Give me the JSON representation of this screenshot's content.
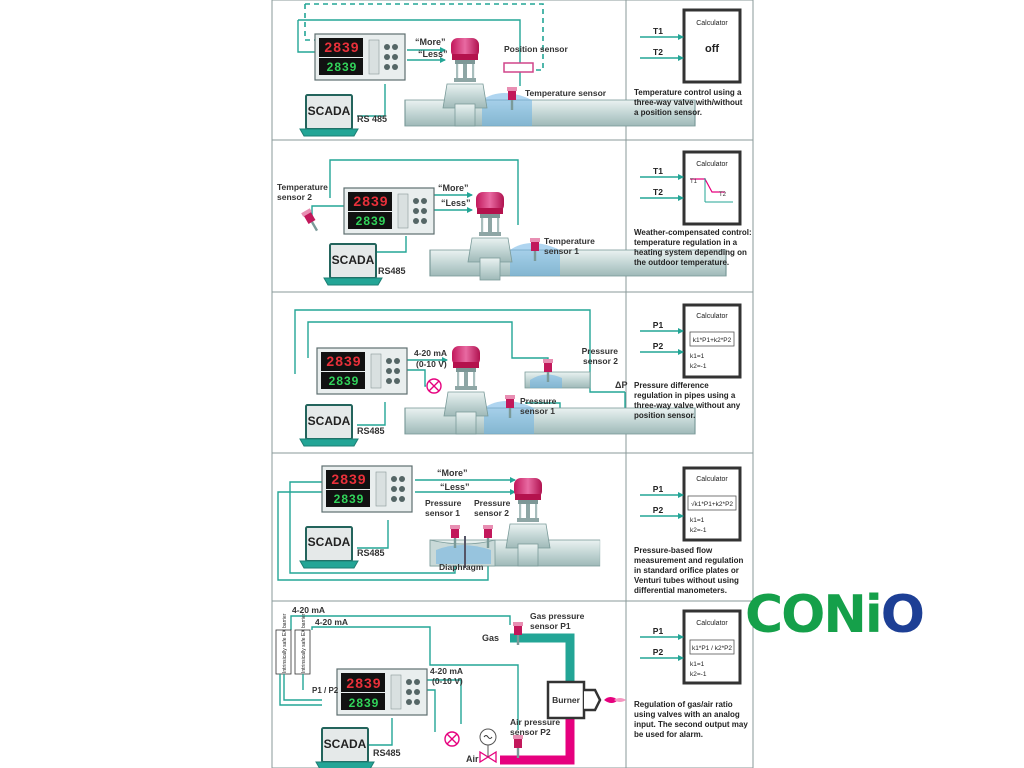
{
  "display": {
    "top": "2839",
    "bottom": "2839"
  },
  "scada": "SCADA",
  "panels": [
    {
      "labels": {
        "rs485": "RS 485",
        "more": "“More”",
        "less": "“Less”",
        "position": "Position sensor",
        "temp": "Temperature sensor"
      },
      "calc": {
        "title": "Calculator",
        "in1": "T1",
        "in2": "T2",
        "content": "off"
      },
      "description": "Temperature control using a three-way valve with/without a position sensor."
    },
    {
      "labels": {
        "rs485": "RS485",
        "more": "“More”",
        "less": "“Less”",
        "temp2": "Temperature sensor 2",
        "temp1": "Temperature sensor 1"
      },
      "calc": {
        "title": "Calculator",
        "in1": "T1",
        "in2": "T2",
        "g1": "T1",
        "g2": "T2"
      },
      "description": "Weather-compensated control: temperature regulation in a heating system depending on the outdoor temperature."
    },
    {
      "labels": {
        "rs485": "RS485",
        "ma": "4-20 mA",
        "volt": "(0-10 V)",
        "p2": "Pressure sensor 2",
        "p1": "Pressure sensor 1",
        "dp": "ΔP"
      },
      "calc": {
        "title": "Calculator",
        "in1": "P1",
        "in2": "P2",
        "formula": "k1*P1+k2*P2",
        "k1": "k1=1",
        "k2": "k2=-1"
      },
      "description": "Pressure difference regulation in pipes using a three-way valve without any position sensor."
    },
    {
      "labels": {
        "rs485": "RS485",
        "more": "“More”",
        "less": "“Less”",
        "p1": "Pressure sensor 1",
        "p2": "Pressure sensor 2",
        "diaphragm": "Diaphragm"
      },
      "calc": {
        "title": "Calculator",
        "in1": "P1",
        "in2": "P2",
        "formula": "√k1*P1+k2*P2",
        "k1": "k1=1",
        "k2": "k2=-1"
      },
      "description": "Pressure-based flow measurement and regulation in standard orifice plates or Venturi tubes without using differential manometers."
    },
    {
      "labels": {
        "rs485": "RS485",
        "ma1": "4-20 mA",
        "ma2": "4-20 mA",
        "ma3": "4-20 mA",
        "volt": "(0-10 V)",
        "gasp": "Gas pressure sensor P1",
        "gas": "Gas",
        "airp": "Air pressure sensor P2",
        "air": "Air",
        "burner": "Burner",
        "p1p2": "P1 / P2",
        "barrier": "Intrinsically safe EX barrier"
      },
      "calc": {
        "title": "Calculator",
        "in1": "P1",
        "in2": "P2",
        "formula": "k1*P1 / k2*P2",
        "k1": "k1=1",
        "k2": "k2=-1"
      },
      "description": "Regulation of gas/air ratio using valves with an analog input. The second output may be used for alarm."
    }
  ],
  "logo": {
    "part1": "CON",
    "part2": "i",
    "part3": "O"
  },
  "colors": {
    "teal": "#23a596",
    "magenta": "#e6007e",
    "pink": "#d96b9a",
    "water": "#3d8fd0",
    "pipe": "#c9d9d8"
  }
}
